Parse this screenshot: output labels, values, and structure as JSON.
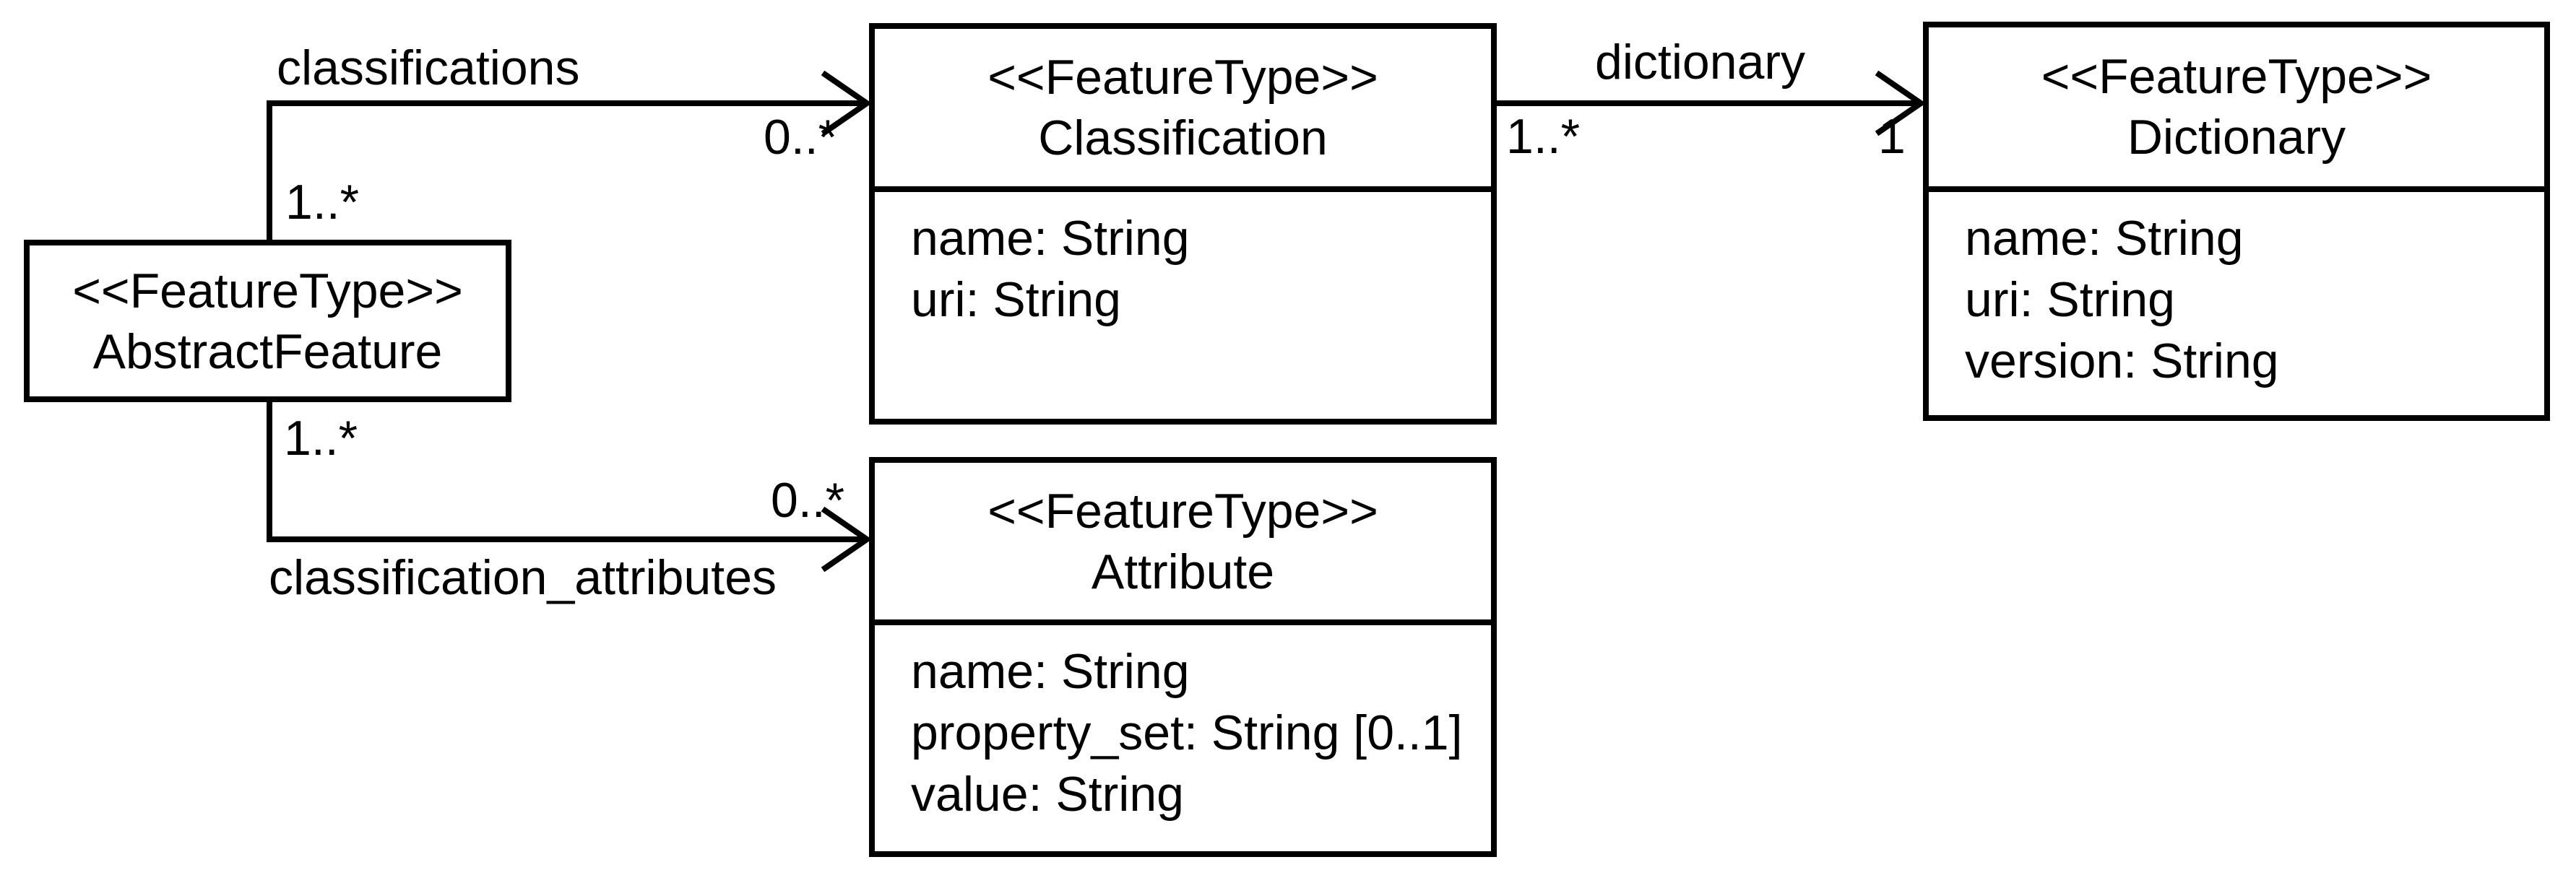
{
  "diagram": {
    "type": "uml-class-diagram",
    "colors": {
      "line": "#000000",
      "background": "#ffffff",
      "text": "#000000"
    },
    "classes": [
      {
        "id": "abstract-feature",
        "stereotype": "<<FeatureType>>",
        "name": "AbstractFeature",
        "attributes": []
      },
      {
        "id": "classification",
        "stereotype": "<<FeatureType>>",
        "name": "Classification",
        "attributes": [
          "name: String",
          "uri: String"
        ]
      },
      {
        "id": "dictionary",
        "stereotype": "<<FeatureType>>",
        "name": "Dictionary",
        "attributes": [
          "name: String",
          "uri: String",
          "version: String"
        ]
      },
      {
        "id": "attribute",
        "stereotype": "<<FeatureType>>",
        "name": "Attribute",
        "attributes": [
          "name: String",
          "property_set: String [0..1]",
          "value: String"
        ]
      }
    ],
    "associations": [
      {
        "name": "classifications",
        "from": "AbstractFeature",
        "to": "Classification",
        "source_multiplicity": "1..*",
        "target_multiplicity": "0..*"
      },
      {
        "name": "dictionary",
        "from": "Classification",
        "to": "Dictionary",
        "source_multiplicity": "1..*",
        "target_multiplicity": "1"
      },
      {
        "name": "classification_attributes",
        "from": "AbstractFeature",
        "to": "Attribute",
        "source_multiplicity": "1..*",
        "target_multiplicity": "0..*"
      }
    ]
  }
}
